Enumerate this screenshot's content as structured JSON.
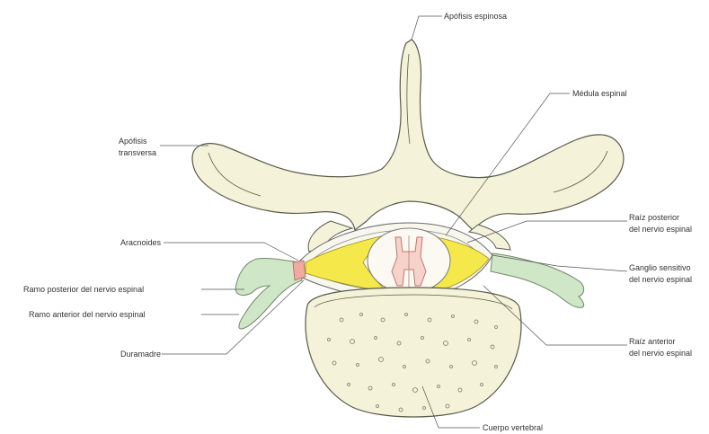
{
  "colors": {
    "bone": "#f4f2d8",
    "bone_outline": "#5a5a4a",
    "nerve": "#cfe6c7",
    "nerve_outline": "#6f8a66",
    "ganglion_fat": "#f4e84a",
    "spinal_cord": "#e4a99a",
    "arachnoid_patch": "#f1a9a0",
    "leader_line": "#555555"
  },
  "labels": {
    "spinous_process": "Apófisis espinosa",
    "spinal_cord": "Médula espinal",
    "transverse_process_line1": "Apófisis",
    "transverse_process_line2": "transversa",
    "posterior_root_line1": "Raíz posterior",
    "posterior_root_line2": "del nervio espinal",
    "arachnoid": "Aracnoides",
    "sensory_ganglion_line1": "Ganglio sensitivo",
    "sensory_ganglion_line2": "del nervio espinal",
    "posterior_ramus": "Ramo posterior del nervio espinal",
    "anterior_ramus": "Ramo anterior del nervio espinal",
    "anterior_root_line1": "Raíz anterior",
    "anterior_root_line2": "del nervio espinal",
    "dura_mater": "Duramadre",
    "vertebral_body": "Cuerpo vertebral"
  }
}
